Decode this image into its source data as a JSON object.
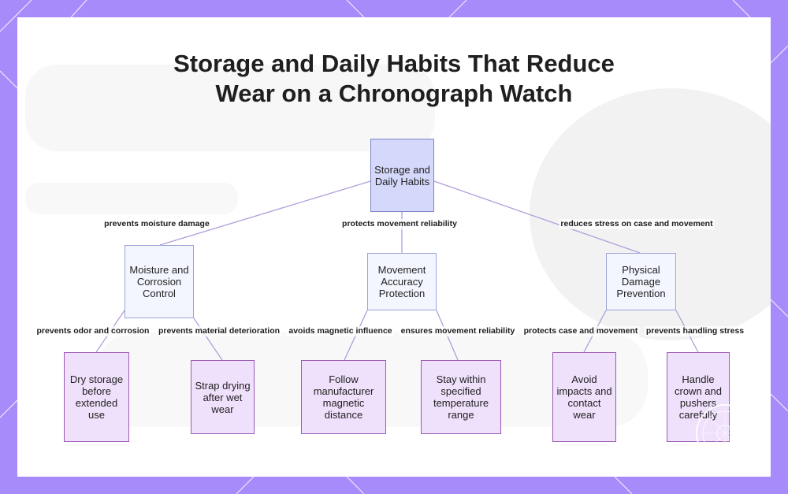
{
  "title": {
    "line1": "Storage and Daily Habits That Reduce",
    "line2": "Wear on a Chronograph Watch"
  },
  "colors": {
    "background": "#a78bfa",
    "root_fill": "#d4d8fb",
    "mid_fill": "#f4f6ff",
    "leaf_fill": "#efe0fb",
    "leaf_border": "#9b59b6",
    "edge": "#b39ddb"
  },
  "nodes": {
    "root": "Storage and Daily Habits",
    "moisture": "Moisture and Corrosion Control",
    "movement": "Movement Accuracy Protection",
    "physical": "Physical Damage Prevention",
    "dry_storage": "Dry storage before extended use",
    "strap_drying": "Strap drying after wet wear",
    "magnetic": "Follow manufacturer magnetic distance",
    "temperature": "Stay within specified temperature range",
    "impacts": "Avoid impacts and contact wear",
    "crown": "Handle crown and pushers carefully"
  },
  "edges": {
    "root_moisture": "prevents moisture damage",
    "root_movement": "protects movement reliability",
    "root_physical": "reduces stress on case and movement",
    "moisture_dry": "prevents odor and corrosion",
    "moisture_strap": "prevents material deterioration",
    "movement_magnetic": "avoids magnetic influence",
    "movement_temperature": "ensures movement reliability",
    "physical_impacts": "protects case and movement",
    "physical_crown": "prevents handling stress"
  }
}
